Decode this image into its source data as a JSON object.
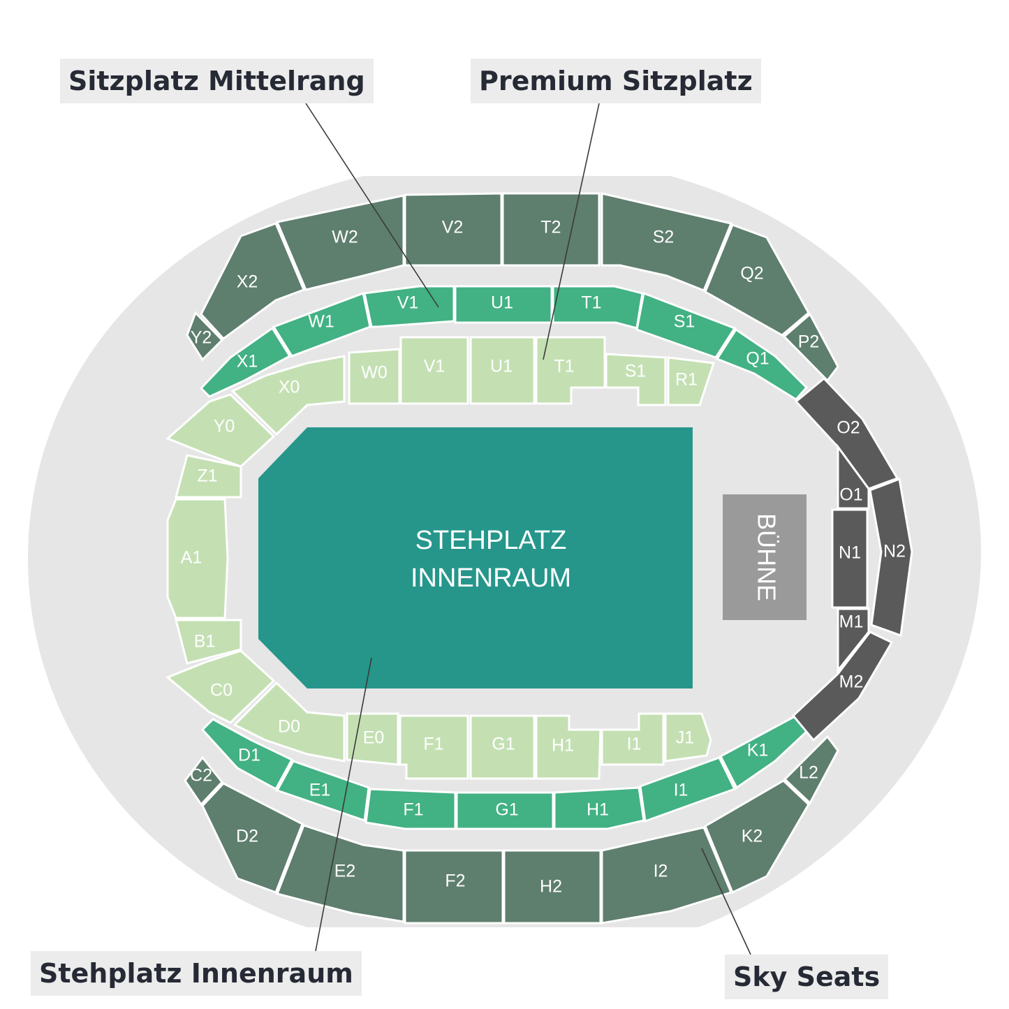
{
  "colors": {
    "background": "#ffffff",
    "arena_floor": "#e6e6e6",
    "sky_seats": "#5e7e6e",
    "premium_seats": "#42b183",
    "lower_seats": "#c4e0b3",
    "standing_area": "#26968b",
    "side_seats": "#5a5a5a",
    "stage": "#9a9a9a"
  },
  "callouts": {
    "mittelrang": "Sitzplatz Mittelrang",
    "premium": "Premium Sitzplatz",
    "stehplatz": "Stehplatz Innenraum",
    "sky": "Sky Seats"
  },
  "standing_area": {
    "line1": "STEHPLATZ",
    "line2": "INNENRAUM"
  },
  "stage": {
    "label": "BÜHNE"
  },
  "sections": {
    "upper": {
      "x2": "X2",
      "w2": "W2",
      "v2": "V2",
      "t2": "T2",
      "s2": "S2",
      "q2": "Q2",
      "p2": "P2",
      "y2": "Y2",
      "c2": "C2",
      "d2": "D2",
      "e2": "E2",
      "f2": "F2",
      "h2": "H2",
      "i2": "I2",
      "k2": "K2",
      "l2": "L2"
    },
    "middle": {
      "x1": "X1",
      "w1": "W1",
      "v1": "V1",
      "u1": "U1",
      "t1": "T1",
      "s1": "S1",
      "q1": "Q1",
      "d1": "D1",
      "e1": "E1",
      "f1": "F1",
      "g1": "G1",
      "h1": "H1",
      "i1": "I1",
      "k1": "K1"
    },
    "lower": {
      "x0": "X0",
      "w0": "W0",
      "v1": "V1",
      "u1": "U1",
      "t1": "T1",
      "s1": "S1",
      "r1": "R1",
      "y0": "Y0",
      "z1": "Z1",
      "a1": "A1",
      "b1": "B1",
      "c0": "C0",
      "d0": "D0",
      "e0": "E0",
      "f1": "F1",
      "g1": "G1",
      "h1": "H1",
      "i1": "I1",
      "j1": "J1"
    },
    "side": {
      "o2": "O2",
      "o1": "O1",
      "n1": "N1",
      "n2": "N2",
      "m1": "M1",
      "m2": "M2"
    }
  }
}
